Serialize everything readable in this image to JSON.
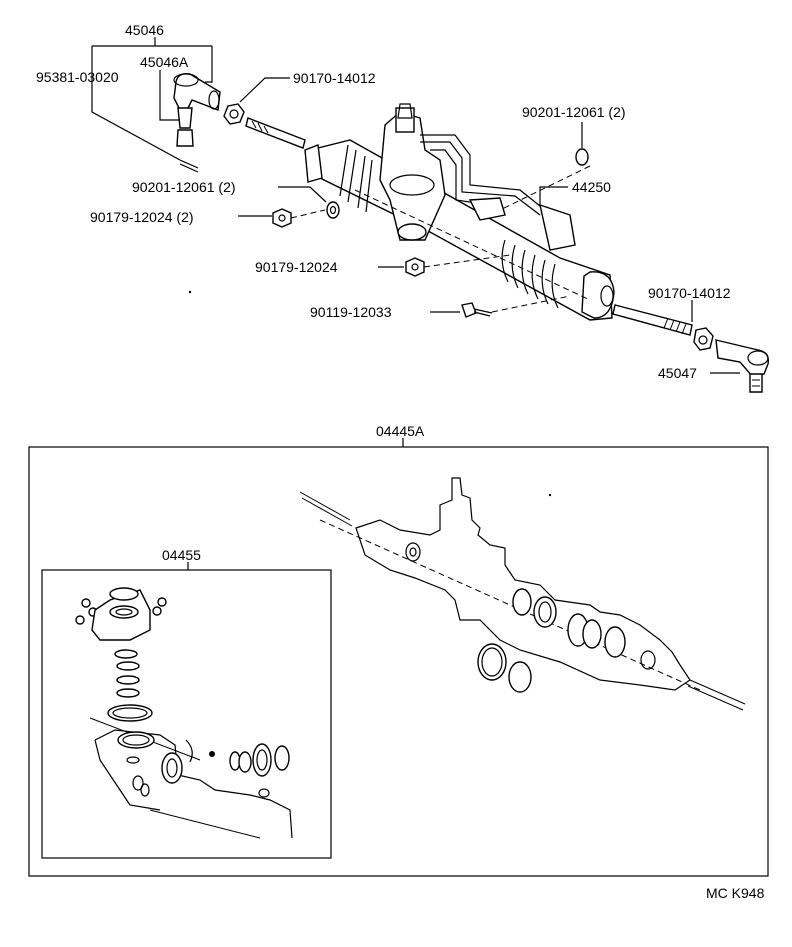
{
  "diagram": {
    "title": "",
    "upper_assembly": {
      "callouts": {
        "tie_rod_end_lh_assy": "45046",
        "tie_rod_end_sub": "45046A",
        "cotter_pin": "95381-03020",
        "lock_nut_left": "90170-14012",
        "washer_upper": "90201-12061 (2)",
        "washer_lower": "90201-12061 (2)",
        "nut_left": "90179-12024 (2)",
        "nut_center": "90179-12024",
        "bolt": "90119-12033",
        "gear_housing": "44250",
        "lock_nut_right": "90170-14012",
        "tie_rod_end_rh": "45047"
      }
    },
    "gasket_kit": {
      "label": "04445A"
    },
    "seal_kit": {
      "label": "04455"
    },
    "catalog_code": "MC K948"
  }
}
